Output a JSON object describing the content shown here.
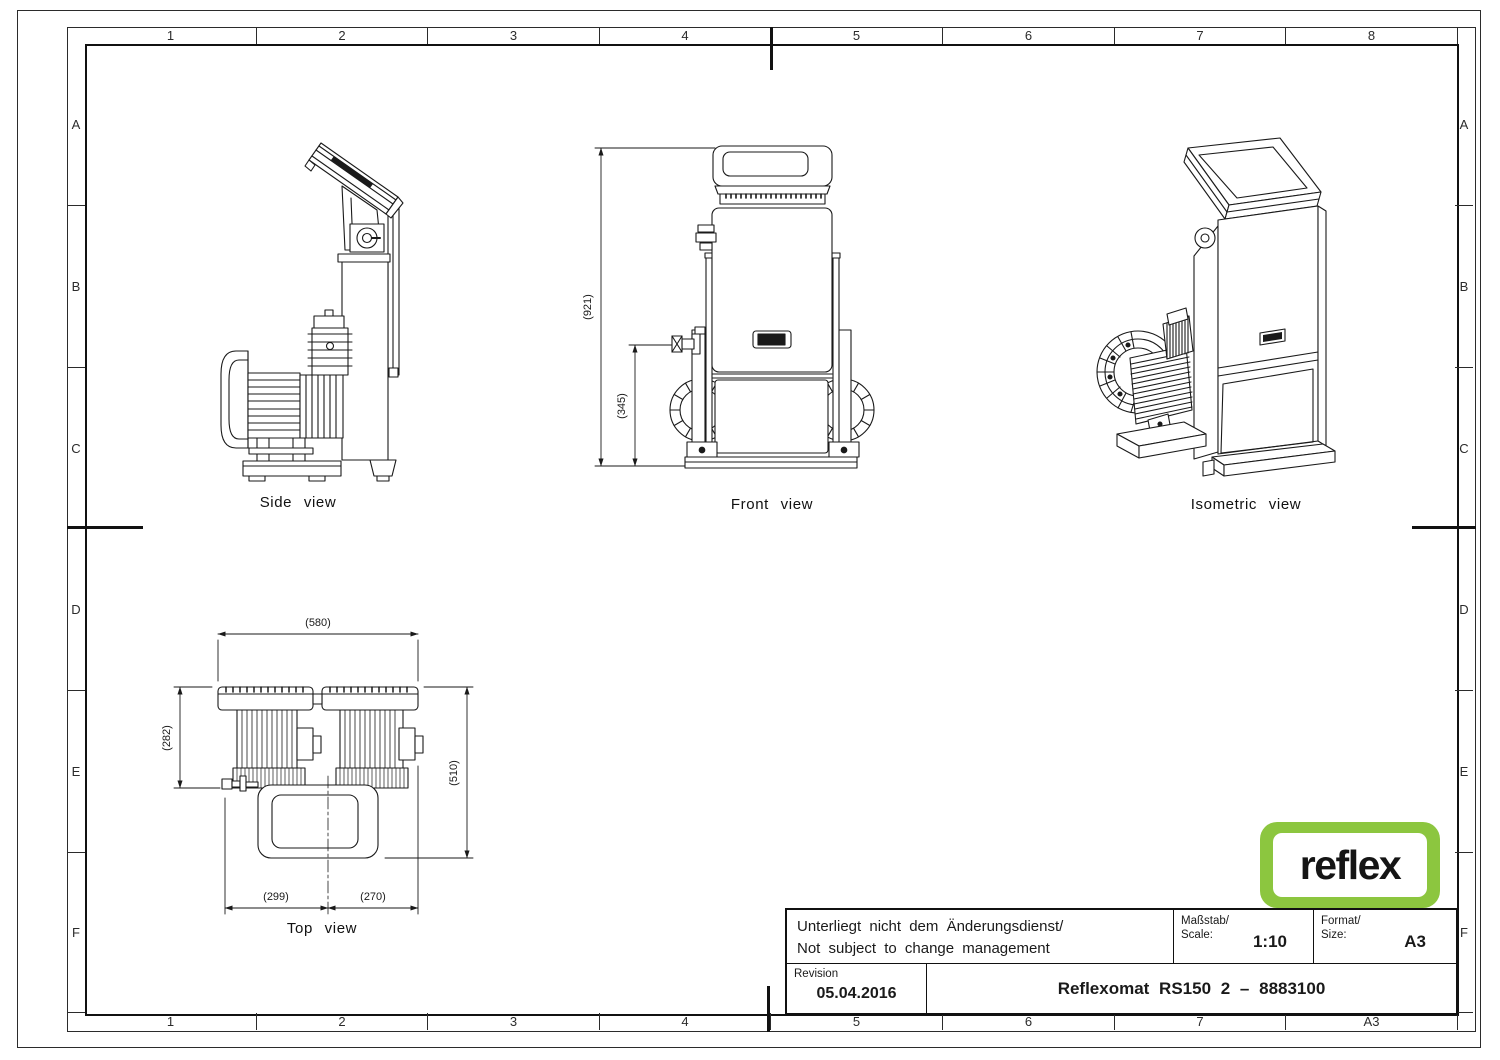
{
  "frame": {
    "top_columns": [
      "1",
      "2",
      "3",
      "4",
      "5",
      "6",
      "7",
      "8"
    ],
    "bottom_columns": [
      "1",
      "2",
      "3",
      "4",
      "5",
      "6",
      "7",
      "A3"
    ],
    "left_rows": [
      "A",
      "B",
      "C",
      "D",
      "E",
      "F"
    ],
    "right_rows": [
      "A",
      "B",
      "C",
      "D",
      "E",
      "F"
    ]
  },
  "views": {
    "side": {
      "label": "Side view"
    },
    "front": {
      "label": "Front view",
      "dims": {
        "overall_height": "(921)",
        "connection_height": "(345)"
      }
    },
    "isometric": {
      "label": "Isometric view"
    },
    "top": {
      "label": "Top view",
      "dims": {
        "overall_width": "(580)",
        "motor_depth": "(282)",
        "overall_depth": "(510)",
        "width_left": "(299)",
        "width_right": "(270)"
      }
    }
  },
  "title_block": {
    "change_note": {
      "line1": "Unterliegt nicht dem Änderungsdienst/",
      "line2": "Not subject to change management"
    },
    "scale": {
      "label_de": "Maßstab/",
      "label_en": "Scale:",
      "value": "1:10"
    },
    "format": {
      "label_de": "Format/",
      "label_en": "Size:",
      "value": "A3"
    },
    "revision": {
      "label": "Revision",
      "date": "05.04.2016"
    },
    "title": "Reflexomat RS150 2 – 8883100"
  },
  "logo": {
    "text": "reflex",
    "brand_green": "#8CC63F"
  }
}
